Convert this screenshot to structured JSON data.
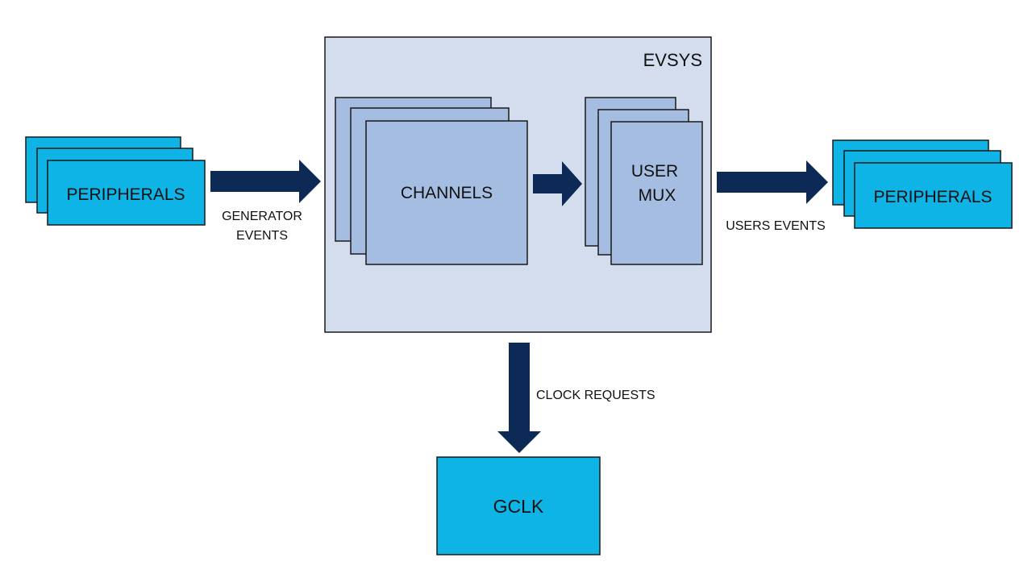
{
  "diagram": {
    "evsys": {
      "label": "EVSYS"
    },
    "channels": {
      "label": "CHANNELS"
    },
    "user_mux": {
      "line1": "USER",
      "line2": "MUX"
    },
    "left_peripherals": {
      "label": "PERIPHERALS"
    },
    "right_peripherals": {
      "label": "PERIPHERALS"
    },
    "gclk": {
      "label": "GCLK"
    },
    "generator_events": {
      "line1": "GENERATOR",
      "line2": "EVENTS"
    },
    "users_events": {
      "label": "USERS EVENTS"
    },
    "clock_requests": {
      "label": "CLOCK REQUESTS"
    }
  },
  "colors": {
    "evsys_fill": "#d4ddee",
    "inner_block_fill": "#a6bde2",
    "peripheral_fill": "#0fb4e6",
    "arrow": "#0c2a55",
    "stroke": "#1a1a1a"
  }
}
